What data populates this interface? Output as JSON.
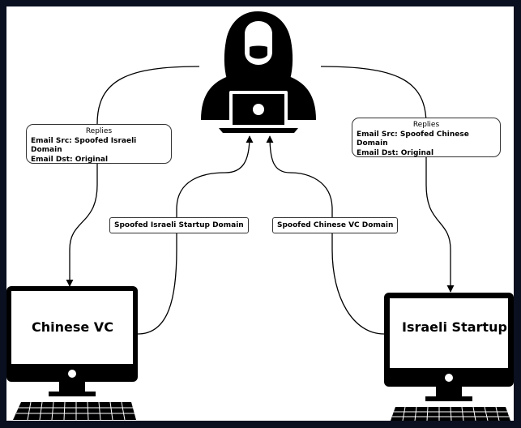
{
  "left_reply": {
    "title": "Replies",
    "line1": "Email Src: Spoofed Israeli Domain",
    "line2": "Email Dst: Original"
  },
  "right_reply": {
    "title": "Replies",
    "line1": "Email Src: Spoofed Chinese Domain",
    "line2": "Email Dst: Original"
  },
  "left_spoof_label": "Spoofed Israeli Startup Domain",
  "right_spoof_label": "Spoofed Chinese VC Domain",
  "left_computer_label": "Chinese VC",
  "right_computer_label": "Israeli Startup",
  "icons": {
    "attacker": "hooded-hacker-icon",
    "computer": "desktop-computer-icon"
  }
}
